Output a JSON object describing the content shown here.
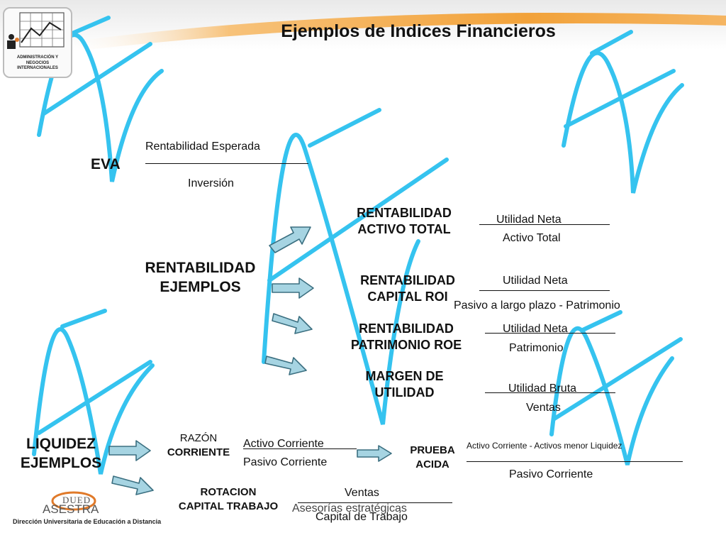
{
  "title": "Ejemplos de Indices Financieros",
  "logo": {
    "text": "ADMINISTRACIÓN Y NEGOCIOS INTERNACIONALES"
  },
  "eva": {
    "label": "EVA",
    "numerator": "Rentabilidad Esperada",
    "denominator": "Inversión"
  },
  "rentabilidad": {
    "group_label_1": "RENTABILIDAD",
    "group_label_2": "EJEMPLOS",
    "items": [
      {
        "label_1": "RENTABILIDAD",
        "label_2": "ACTIVO TOTAL",
        "numerator": "Utilidad Neta",
        "denominator": "Activo Total"
      },
      {
        "label_1": "RENTABILIDAD",
        "label_2": "CAPITAL ROI",
        "numerator": "Utilidad Neta",
        "denominator": "Pasivo a largo plazo - Patrimonio"
      },
      {
        "label_1": "RENTABILIDAD",
        "label_2": "PATRIMONIO ROE",
        "numerator": "Utilidad Neta",
        "denominator": "Patrimonio"
      },
      {
        "label_1": "MARGEN DE",
        "label_2": "UTILIDAD",
        "numerator": "Utilidad Bruta",
        "denominator": "Ventas"
      }
    ]
  },
  "liquidez": {
    "group_label_1": "LIQUIDEZ",
    "group_label_2": "EJEMPLOS",
    "razon": {
      "label_1": "RAZÓN",
      "label_2": "CORRIENTE",
      "numerator": "Activo Corriente",
      "denominator": "Pasivo Corriente"
    },
    "prueba": {
      "label_1": "PRUEBA",
      "label_2": "ACIDA",
      "numerator": "Activo Corriente - Activos  menor Liquidez",
      "denominator": "Pasivo Corriente"
    },
    "rotacion": {
      "label_1": "ROTACION",
      "label_2": "CAPITAL TRABAJO",
      "numerator": "Ventas",
      "denominator": "Capital de Trabajo"
    }
  },
  "footer": {
    "watermark": "ASESTRA",
    "watermark_sub": "Asesorías estratégicas",
    "institution": "Dirección Universitaria de Educación a Distancia",
    "duad_logo": "DUED"
  },
  "colors": {
    "accent_blue": "#35c3ef",
    "arrow_fill": "#a6d4e2",
    "arrow_stroke": "#3b6f80",
    "banner": "#f2a23a"
  }
}
